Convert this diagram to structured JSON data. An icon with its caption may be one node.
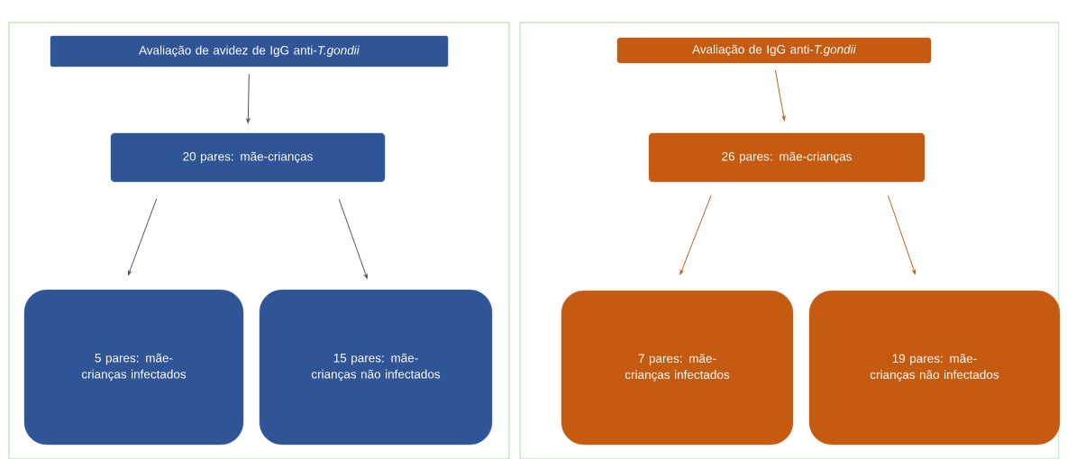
{
  "diagram": {
    "nodes": [
      {
        "text": [
          "Avaliação de avidez de IgG anti-*T.gondii*"
        ]
      },
      {
        "text": [
          "20 pares: mãe-crianças"
        ]
      },
      {
        "text": [
          "5 pares: mãe-crianças infectados"
        ]
      },
      {
        "text": [
          "15 pares: mãe-crianças não infectados"
        ]
      },
      {
        "text": [
          "Avaliação de IgG anti-*T.gondii*"
        ]
      },
      {
        "text": [
          "26 pares: mãe-crianças"
        ]
      },
      {
        "text": [
          "7 pares: mãe-crianças infectados"
        ]
      },
      {
        "text": [
          "19 pares: mãe-crianças não infectados"
        ]
      }
    ],
    "edges": [
      {
        "from": 0,
        "to": 1,
        "arrow": "to",
        "color": "#44546a"
      },
      {
        "from": 1,
        "to": 2,
        "arrow": "to",
        "color": "#44546a"
      },
      {
        "from": 1,
        "to": 3,
        "arrow": "to",
        "color": "#44546a"
      },
      {
        "from": 4,
        "to": 5,
        "arrow": "to",
        "color": "#c55a11"
      },
      {
        "from": 5,
        "to": 6,
        "arrow": "to",
        "color": "#c55a11"
      },
      {
        "from": 5,
        "to": 7,
        "arrow": "to",
        "color": "#c55a11"
      }
    ]
  }
}
